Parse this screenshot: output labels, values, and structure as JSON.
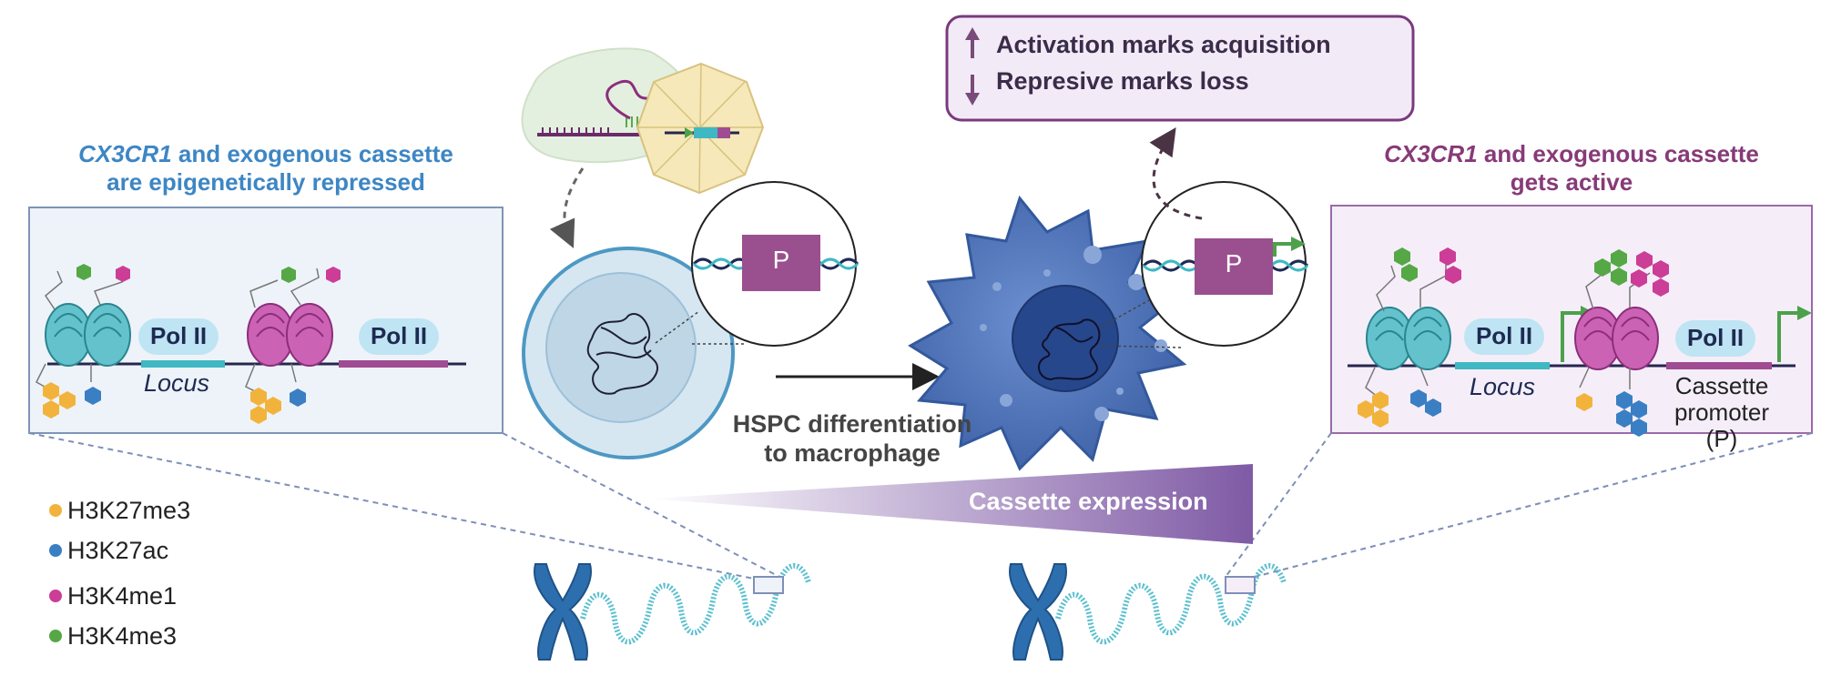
{
  "left_panel": {
    "title_gene": "CX3CR1",
    "title_rest": " and exogenous cassette",
    "title_line2": "are epigenetically repressed",
    "pol_label_1": "Pol II",
    "pol_label_2": "Pol II",
    "locus_label": "Locus"
  },
  "right_panel": {
    "title_gene": "CX3CR1",
    "title_rest": " and exogenous cassette",
    "title_line2": "gets active",
    "pol_label_1": "Pol II",
    "pol_label_2": "Pol II",
    "locus_label": "Locus",
    "cassette_label_1": "Cassette",
    "cassette_label_2": "promoter",
    "cassette_label_3": "(P)"
  },
  "marks_box": {
    "line1": "Activation marks acquisition",
    "line2": "Represive marks loss"
  },
  "center": {
    "promoter_label_1": "P",
    "promoter_label_2": "P",
    "differentiation_line1": "HSPC differentiation",
    "differentiation_line2": "to macrophage",
    "expression_label": "Cassette expression"
  },
  "legend": [
    {
      "label": "H3K27me3",
      "color": "#f2b33d"
    },
    {
      "label": "H3K27ac",
      "color": "#3a7fc4"
    },
    {
      "label": "H3K4me1",
      "color": "#cc3d97"
    },
    {
      "label": "H3K4me3",
      "color": "#55a845"
    }
  ],
  "colors": {
    "repressed_title": "#3d86c4",
    "active_title": "#873a78",
    "promoter_box": "#9a4f8f",
    "macrophage": "#4a6fb5"
  }
}
